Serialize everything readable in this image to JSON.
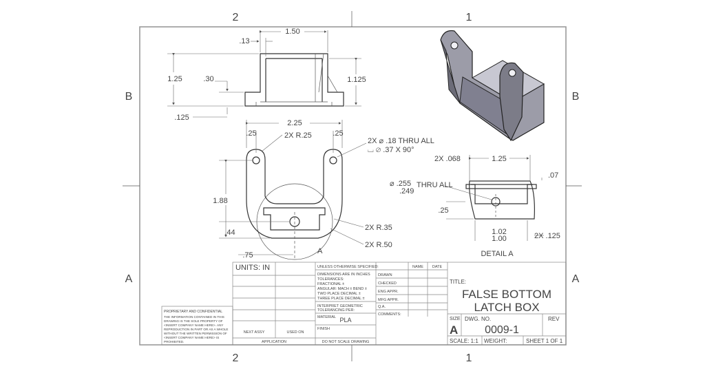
{
  "zones": {
    "top": [
      "2",
      "1"
    ],
    "bottom": [
      "2",
      "1"
    ],
    "left": [
      "B",
      "A"
    ],
    "right": [
      "B",
      "A"
    ]
  },
  "front_view": {
    "w150": "1.50",
    "w013": ".13",
    "h125": "1.25",
    "h030": ".30",
    "h1125": "1.125",
    "h0125": ".125"
  },
  "top_view": {
    "w225": "2.25",
    "l025a": ".25",
    "l025b": ".25",
    "r025": "2X R.25",
    "hole1": "2X ⌀ .18 THRU ALL",
    "hole2": "⌴ ⌀ .37 X 90°",
    "h188": "1.88",
    "h044": ".44",
    "w075": ".75",
    "r035": "2X R.35",
    "r050": "2X R.50",
    "sec": "A"
  },
  "detail": {
    "c068": "2X .068",
    "w125": "1.25",
    "d255": "⌀ .255",
    "d249": ".249",
    "thru": "THRU ALL",
    "h007": ".07",
    "h025": ".25",
    "w102": "1.02",
    "w100": "1.00",
    "c125": "2X .125",
    "label": "DETAIL A"
  },
  "title_block": {
    "units": "UNITS: IN",
    "unless": "UNLESS OTHERWISE SPECIFIED:",
    "dims": "DIMENSIONS ARE IN INCHES",
    "tol": "TOLERANCES:",
    "frac": "FRACTIONAL ±",
    "ang": "ANGULAR: MACH ±    BEND ±",
    "two": "TWO PLACE DECIMAL    ±",
    "three": "THREE PLACE DECIMAL  ±",
    "interp1": "INTERPRET GEOMETRIC",
    "interp2": "TOLERANCING PER:",
    "material": "MATERIAL",
    "material_value": "PLA",
    "finish": "FINISH",
    "next_assy": "NEXT ASSY",
    "used_on": "USED ON",
    "application": "APPLICATION",
    "dont_scale": "DO NOT SCALE DRAWING",
    "name": "NAME",
    "date": "DATE",
    "drawn": "DRAWN",
    "checked": "CHECKED",
    "eng": "ENG APPR.",
    "mfg": "MFG APPR.",
    "qa": "Q.A.",
    "comments": "COMMENTS:",
    "title_label": "TITLE:",
    "title1": "FALSE BOTTOM",
    "title2": "LATCH BOX",
    "size_label": "SIZE",
    "size": "A",
    "dwg_label": "DWG.  NO.",
    "dwg": "0009-1",
    "rev": "REV",
    "scale": "SCALE: 1:1",
    "weight": "WEIGHT:",
    "sheet": "SHEET 1 OF 1",
    "prop_title": "PROPRIETARY AND CONFIDENTIAL",
    "prop_lines": [
      "THE INFORMATION CONTAINED IN THIS",
      "DRAWING IS THE SOLE PROPERTY OF",
      "<INSERT COMPANY NAME HERE>. ANY",
      "REPRODUCTION IN PART OR AS A WHOLE",
      "WITHOUT THE WRITTEN PERMISSION OF",
      "<INSERT COMPANY NAME HERE> IS",
      "PROHIBITED."
    ]
  }
}
